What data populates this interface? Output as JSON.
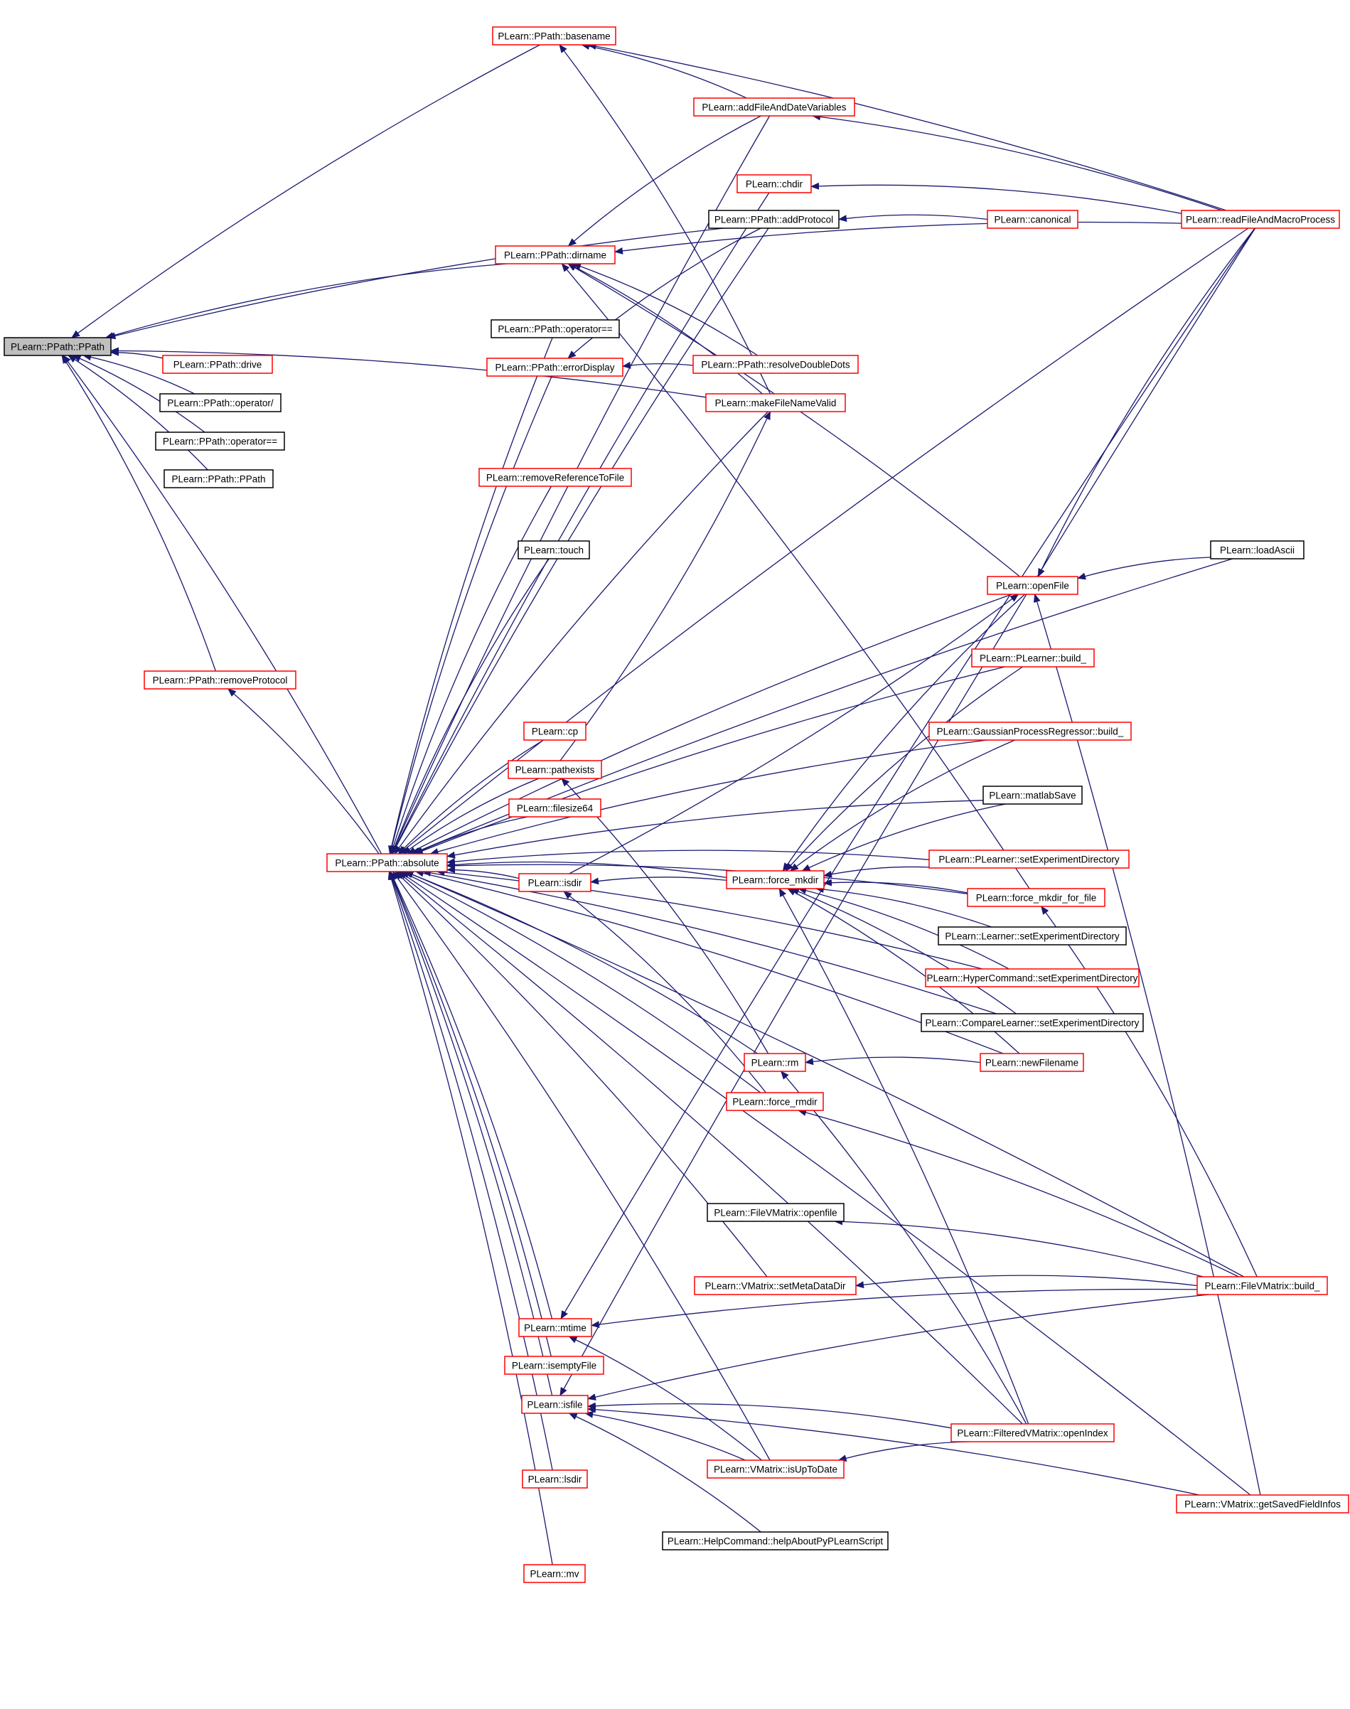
{
  "graph": {
    "colors": {
      "edge": "#191970",
      "focus_fill": "#bfbfbf",
      "focus_border": "#000000",
      "link_border": "#ff0000",
      "plain_border": "#000000",
      "background": "#ffffff"
    },
    "nodes": [
      {
        "id": "ppath",
        "label": "PLearn::PPath::PPath",
        "style": "focus"
      },
      {
        "id": "basename",
        "label": "PLearn::PPath::basename",
        "style": "red"
      },
      {
        "id": "addFileAndDateVariables",
        "label": "PLearn::addFileAndDateVariables",
        "style": "red"
      },
      {
        "id": "chdir",
        "label": "PLearn::chdir",
        "style": "red"
      },
      {
        "id": "addProtocol",
        "label": "PLearn::PPath::addProtocol",
        "style": "black"
      },
      {
        "id": "canonical",
        "label": "PLearn::canonical",
        "style": "red"
      },
      {
        "id": "readFileAndMacroProcess",
        "label": "PLearn::readFileAndMacroProcess",
        "style": "red"
      },
      {
        "id": "dirname",
        "label": "PLearn::PPath::dirname",
        "style": "red"
      },
      {
        "id": "drive",
        "label": "PLearn::PPath::drive",
        "style": "red"
      },
      {
        "id": "opslash",
        "label": "PLearn::PPath::operator/",
        "style": "black"
      },
      {
        "id": "opeq1",
        "label": "PLearn::PPath::operator==",
        "style": "black"
      },
      {
        "id": "ppath2",
        "label": "PLearn::PPath::PPath",
        "style": "black"
      },
      {
        "id": "opeq2",
        "label": "PLearn::PPath::operator==",
        "style": "black"
      },
      {
        "id": "errorDisplay",
        "label": "PLearn::PPath::errorDisplay",
        "style": "red"
      },
      {
        "id": "resolveDoubleDots",
        "label": "PLearn::PPath::resolveDoubleDots",
        "style": "red"
      },
      {
        "id": "makeFileNameValid",
        "label": "PLearn::makeFileNameValid",
        "style": "red"
      },
      {
        "id": "removeReferenceToFile",
        "label": "PLearn::removeReferenceToFile",
        "style": "red"
      },
      {
        "id": "touch",
        "label": "PLearn::touch",
        "style": "black"
      },
      {
        "id": "loadAscii",
        "label": "PLearn::loadAscii",
        "style": "black"
      },
      {
        "id": "openFile",
        "label": "PLearn::openFile",
        "style": "red"
      },
      {
        "id": "removeProtocol",
        "label": "PLearn::PPath::removeProtocol",
        "style": "red"
      },
      {
        "id": "plearnerBuild",
        "label": "PLearn::PLearner::build_",
        "style": "red"
      },
      {
        "id": "cp",
        "label": "PLearn::cp",
        "style": "red"
      },
      {
        "id": "gprBuild",
        "label": "PLearn::GaussianProcessRegressor::build_",
        "style": "red"
      },
      {
        "id": "pathexists",
        "label": "PLearn::pathexists",
        "style": "red"
      },
      {
        "id": "matlabSave",
        "label": "PLearn::matlabSave",
        "style": "black"
      },
      {
        "id": "filesize64",
        "label": "PLearn::filesize64",
        "style": "red"
      },
      {
        "id": "absolute",
        "label": "PLearn::PPath::absolute",
        "style": "red"
      },
      {
        "id": "plearnerSetExp",
        "label": "PLearn::PLearner::setExperimentDirectory",
        "style": "red"
      },
      {
        "id": "isdir",
        "label": "PLearn::isdir",
        "style": "red"
      },
      {
        "id": "forceMkdir",
        "label": "PLearn::force_mkdir",
        "style": "red"
      },
      {
        "id": "forceMkdirForFile",
        "label": "PLearn::force_mkdir_for_file",
        "style": "red"
      },
      {
        "id": "learnerSetExp",
        "label": "PLearn::Learner::setExperimentDirectory",
        "style": "black"
      },
      {
        "id": "hyperSetExp",
        "label": "PLearn::HyperCommand::setExperimentDirectory",
        "style": "red"
      },
      {
        "id": "compareSetExp",
        "label": "PLearn::CompareLearner::setExperimentDirectory",
        "style": "black"
      },
      {
        "id": "rm",
        "label": "PLearn::rm",
        "style": "red"
      },
      {
        "id": "newFilename",
        "label": "PLearn::newFilename",
        "style": "red"
      },
      {
        "id": "forceRmdir",
        "label": "PLearn::force_rmdir",
        "style": "red"
      },
      {
        "id": "fvmOpenfile",
        "label": "PLearn::FileVMatrix::openfile",
        "style": "black"
      },
      {
        "id": "setMetaDataDir",
        "label": "PLearn::VMatrix::setMetaDataDir",
        "style": "red"
      },
      {
        "id": "fvmBuild",
        "label": "PLearn::FileVMatrix::build_",
        "style": "red"
      },
      {
        "id": "mtime",
        "label": "PLearn::mtime",
        "style": "red"
      },
      {
        "id": "isemptyFile",
        "label": "PLearn::isemptyFile",
        "style": "red"
      },
      {
        "id": "isfile",
        "label": "PLearn::isfile",
        "style": "red"
      },
      {
        "id": "openIndex",
        "label": "PLearn::FilteredVMatrix::openIndex",
        "style": "red"
      },
      {
        "id": "isUpToDate",
        "label": "PLearn::VMatrix::isUpToDate",
        "style": "red"
      },
      {
        "id": "lsdir",
        "label": "PLearn::lsdir",
        "style": "red"
      },
      {
        "id": "getSavedFieldInfos",
        "label": "PLearn::VMatrix::getSavedFieldInfos",
        "style": "red"
      },
      {
        "id": "helpAbout",
        "label": "PLearn::HelpCommand::helpAboutPyPLearnScript",
        "style": "black"
      },
      {
        "id": "mv",
        "label": "PLearn::mv",
        "style": "red"
      }
    ],
    "edges": [
      {
        "from": "basename",
        "to": "ppath"
      },
      {
        "from": "addProtocol",
        "to": "ppath"
      },
      {
        "from": "dirname",
        "to": "ppath"
      },
      {
        "from": "makeFileNameValid",
        "to": "ppath"
      },
      {
        "from": "drive",
        "to": "ppath"
      },
      {
        "from": "opslash",
        "to": "ppath"
      },
      {
        "from": "opeq1",
        "to": "ppath"
      },
      {
        "from": "ppath2",
        "to": "ppath"
      },
      {
        "from": "removeProtocol",
        "to": "ppath"
      },
      {
        "from": "absolute",
        "to": "ppath"
      },
      {
        "from": "addFileAndDateVariables",
        "to": "basename"
      },
      {
        "from": "readFileAndMacroProcess",
        "to": "basename"
      },
      {
        "from": "makeFileNameValid",
        "to": "basename"
      },
      {
        "from": "readFileAndMacroProcess",
        "to": "addFileAndDateVariables"
      },
      {
        "from": "readFileAndMacroProcess",
        "to": "chdir"
      },
      {
        "from": "canonical",
        "to": "addProtocol"
      },
      {
        "from": "readFileAndMacroProcess",
        "to": "dirname"
      },
      {
        "from": "addFileAndDateVariables",
        "to": "dirname"
      },
      {
        "from": "resolveDoubleDots",
        "to": "dirname"
      },
      {
        "from": "makeFileNameValid",
        "to": "dirname"
      },
      {
        "from": "openFile",
        "to": "dirname"
      },
      {
        "from": "forceMkdirForFile",
        "to": "dirname"
      },
      {
        "from": "resolveDoubleDots",
        "to": "errorDisplay"
      },
      {
        "from": "addProtocol",
        "to": "errorDisplay"
      },
      {
        "from": "loadAscii",
        "to": "openFile"
      },
      {
        "from": "newFilename",
        "to": "forceMkdir"
      },
      {
        "from": "pathexists",
        "to": "makeFileNameValid"
      },
      {
        "from": "rm",
        "to": "pathexists"
      },
      {
        "from": "absolute",
        "to": "removeProtocol"
      },
      {
        "from": "addFileAndDateVariables",
        "to": "absolute"
      },
      {
        "from": "chdir",
        "to": "absolute"
      },
      {
        "from": "addProtocol",
        "to": "absolute"
      },
      {
        "from": "readFileAndMacroProcess",
        "to": "absolute"
      },
      {
        "from": "opeq2",
        "to": "absolute"
      },
      {
        "from": "errorDisplay",
        "to": "absolute"
      },
      {
        "from": "makeFileNameValid",
        "to": "absolute"
      },
      {
        "from": "removeReferenceToFile",
        "to": "absolute"
      },
      {
        "from": "touch",
        "to": "absolute"
      },
      {
        "from": "loadAscii",
        "to": "absolute"
      },
      {
        "from": "openFile",
        "to": "absolute"
      },
      {
        "from": "plearnerBuild",
        "to": "absolute"
      },
      {
        "from": "gprBuild",
        "to": "absolute"
      },
      {
        "from": "matlabSave",
        "to": "absolute"
      },
      {
        "from": "cp",
        "to": "absolute"
      },
      {
        "from": "pathexists",
        "to": "absolute"
      },
      {
        "from": "filesize64",
        "to": "absolute"
      },
      {
        "from": "plearnerSetExp",
        "to": "absolute"
      },
      {
        "from": "isdir",
        "to": "absolute"
      },
      {
        "from": "forceMkdir",
        "to": "absolute"
      },
      {
        "from": "forceMkdirForFile",
        "to": "absolute"
      },
      {
        "from": "hyperSetExp",
        "to": "absolute"
      },
      {
        "from": "newFilename",
        "to": "absolute"
      },
      {
        "from": "rm",
        "to": "absolute"
      },
      {
        "from": "forceRmdir",
        "to": "absolute"
      },
      {
        "from": "compareSetExp",
        "to": "absolute"
      },
      {
        "from": "setMetaDataDir",
        "to": "absolute"
      },
      {
        "from": "fvmBuild",
        "to": "absolute"
      },
      {
        "from": "mtime",
        "to": "absolute"
      },
      {
        "from": "isemptyFile",
        "to": "absolute"
      },
      {
        "from": "isfile",
        "to": "absolute"
      },
      {
        "from": "lsdir",
        "to": "absolute"
      },
      {
        "from": "isUpToDate",
        "to": "absolute"
      },
      {
        "from": "openIndex",
        "to": "absolute"
      },
      {
        "from": "mv",
        "to": "absolute"
      },
      {
        "from": "getSavedFieldInfos",
        "to": "absolute"
      },
      {
        "from": "forceMkdir",
        "to": "isdir"
      },
      {
        "from": "forceRmdir",
        "to": "isdir"
      },
      {
        "from": "openFile",
        "to": "forceMkdir"
      },
      {
        "from": "plearnerBuild",
        "to": "forceMkdir"
      },
      {
        "from": "gprBuild",
        "to": "forceMkdir"
      },
      {
        "from": "matlabSave",
        "to": "forceMkdir"
      },
      {
        "from": "plearnerSetExp",
        "to": "forceMkdir"
      },
      {
        "from": "forceMkdirForFile",
        "to": "forceMkdir"
      },
      {
        "from": "learnerSetExp",
        "to": "forceMkdir"
      },
      {
        "from": "hyperSetExp",
        "to": "forceMkdir"
      },
      {
        "from": "compareSetExp",
        "to": "forceMkdir"
      },
      {
        "from": "openIndex",
        "to": "forceMkdir"
      },
      {
        "from": "isdir",
        "to": "openFile"
      },
      {
        "from": "readFileAndMacroProcess",
        "to": "openFile"
      },
      {
        "from": "getSavedFieldInfos",
        "to": "openFile"
      },
      {
        "from": "fvmBuild",
        "to": "forceMkdirForFile"
      },
      {
        "from": "newFilename",
        "to": "rm"
      },
      {
        "from": "openIndex",
        "to": "rm"
      },
      {
        "from": "fvmBuild",
        "to": "forceRmdir"
      },
      {
        "from": "fvmBuild",
        "to": "fvmOpenfile"
      },
      {
        "from": "fvmBuild",
        "to": "setMetaDataDir"
      },
      {
        "from": "fvmBuild",
        "to": "mtime"
      },
      {
        "from": "fvmBuild",
        "to": "isfile"
      },
      {
        "from": "readFileAndMacroProcess",
        "to": "mtime"
      },
      {
        "from": "isUpToDate",
        "to": "mtime"
      },
      {
        "from": "openIndex",
        "to": "isfile"
      },
      {
        "from": "isUpToDate",
        "to": "isfile"
      },
      {
        "from": "helpAbout",
        "to": "isfile"
      },
      {
        "from": "getSavedFieldInfos",
        "to": "isfile"
      },
      {
        "from": "readFileAndMacroProcess",
        "to": "isfile"
      },
      {
        "from": "openIndex",
        "to": "isUpToDate"
      }
    ]
  }
}
